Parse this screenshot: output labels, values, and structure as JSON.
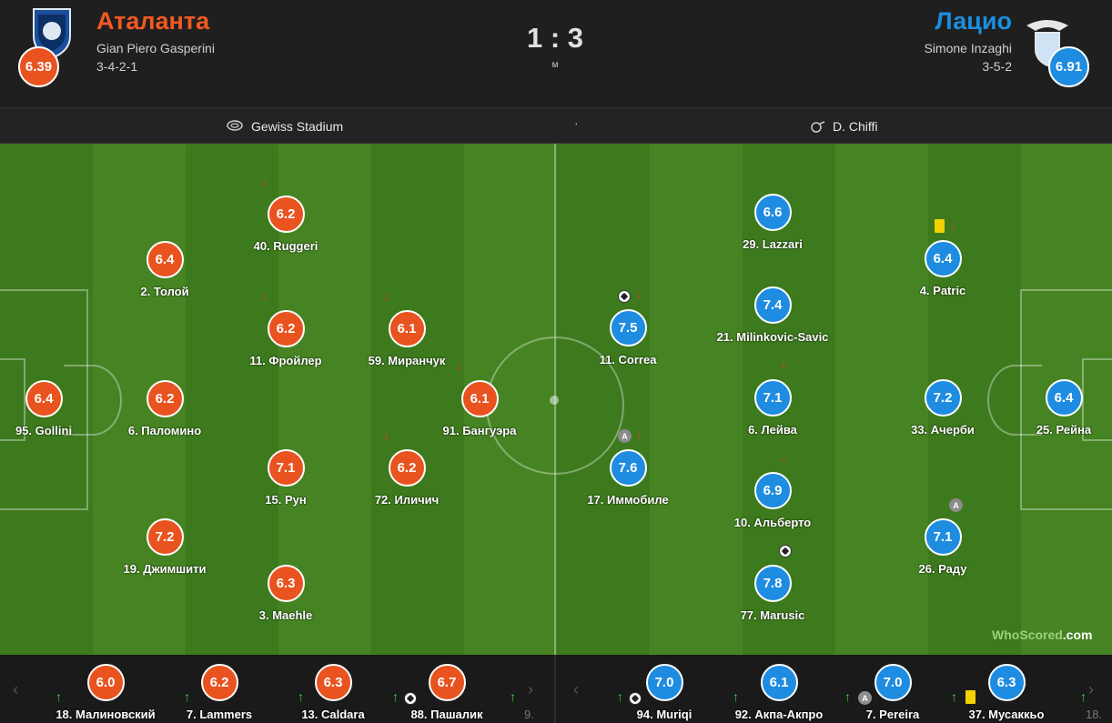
{
  "header": {
    "home": {
      "name": "Аталанта",
      "coach": "Gian Piero Gasperini",
      "formation": "3-4-2-1",
      "rating": "6.39",
      "crest_icon": "atalanta-crest-icon"
    },
    "away": {
      "name": "Лацио",
      "coach": "Simone Inzaghi",
      "formation": "3-5-2",
      "rating": "6.91",
      "crest_icon": "lazio-crest-icon"
    },
    "score": "1 : 3",
    "score_sub": "м"
  },
  "info": {
    "stadium": "Gewiss Stadium",
    "separator": "·",
    "referee": "D. Chiffi"
  },
  "colors": {
    "home": "#e8531f",
    "away": "#1e8ce0",
    "pitch_dark": "#3d7a1d",
    "pitch_light": "#468423"
  },
  "home_players": [
    {
      "label": "40. Ruggeri",
      "rating": "6.2",
      "events": [
        "sub-off"
      ]
    },
    {
      "label": "2. Толой",
      "rating": "6.4",
      "events": []
    },
    {
      "label": "11. Фройлер",
      "rating": "6.2",
      "events": [
        "sub-off"
      ]
    },
    {
      "label": "59. Миранчук",
      "rating": "6.1",
      "events": [
        "sub-off"
      ]
    },
    {
      "label": "95. Gollini",
      "rating": "6.4",
      "events": []
    },
    {
      "label": "6. Паломино",
      "rating": "6.2",
      "events": []
    },
    {
      "label": "91. Бангуэра",
      "rating": "6.1",
      "events": [
        "sub-off"
      ]
    },
    {
      "label": "15. Рун",
      "rating": "7.1",
      "events": []
    },
    {
      "label": "72. Иличич",
      "rating": "6.2",
      "events": [
        "sub-off"
      ]
    },
    {
      "label": "19. Джимшити",
      "rating": "7.2",
      "events": []
    },
    {
      "label": "3. Maehle",
      "rating": "6.3",
      "events": []
    }
  ],
  "away_players": [
    {
      "label": "29. Lazzari",
      "rating": "6.6",
      "events": []
    },
    {
      "label": "4. Patric",
      "rating": "6.4",
      "events": [
        "yellow-card",
        "sub-off"
      ]
    },
    {
      "label": "11. Correa",
      "rating": "7.5",
      "events": [
        "goal",
        "sub-off"
      ]
    },
    {
      "label": "21. Milinkovic-Savic",
      "rating": "7.4",
      "events": []
    },
    {
      "label": "6. Лейва",
      "rating": "7.1",
      "events": [
        "sub-off"
      ]
    },
    {
      "label": "33. Ачерби",
      "rating": "7.2",
      "events": []
    },
    {
      "label": "25. Рейна",
      "rating": "6.4",
      "events": []
    },
    {
      "label": "17. Иммобиле",
      "rating": "7.6",
      "events": [
        "captain",
        "sub-off"
      ]
    },
    {
      "label": "10. Альберто",
      "rating": "6.9",
      "events": [
        "sub-off"
      ]
    },
    {
      "label": "26. Раду",
      "rating": "7.1",
      "events": [
        "captain"
      ]
    },
    {
      "label": "77. Marusic",
      "rating": "7.8",
      "events": [
        "goal"
      ]
    }
  ],
  "bench_home": [
    {
      "label": "18. Малиновский",
      "rating": "6.0"
    },
    {
      "label": "7. Lammers",
      "rating": "6.2"
    },
    {
      "label": "13. Caldara",
      "rating": "6.3"
    },
    {
      "label": "88. Пашалик",
      "rating": "6.7"
    }
  ],
  "bench_away": [
    {
      "label": "94. Muriqi",
      "rating": "7.0"
    },
    {
      "label": "92. Акпа-Акпро",
      "rating": "6.1"
    },
    {
      "label": "7. Pereira",
      "rating": "7.0"
    },
    {
      "label": "37. Мусаккьо",
      "rating": "6.3"
    }
  ],
  "bench_partial": {
    "home_right": "9.",
    "away_right": "18."
  },
  "watermark": {
    "main": "WhoScored",
    "suffix": ".com"
  },
  "nav": {
    "prev": "‹",
    "next": "›"
  }
}
